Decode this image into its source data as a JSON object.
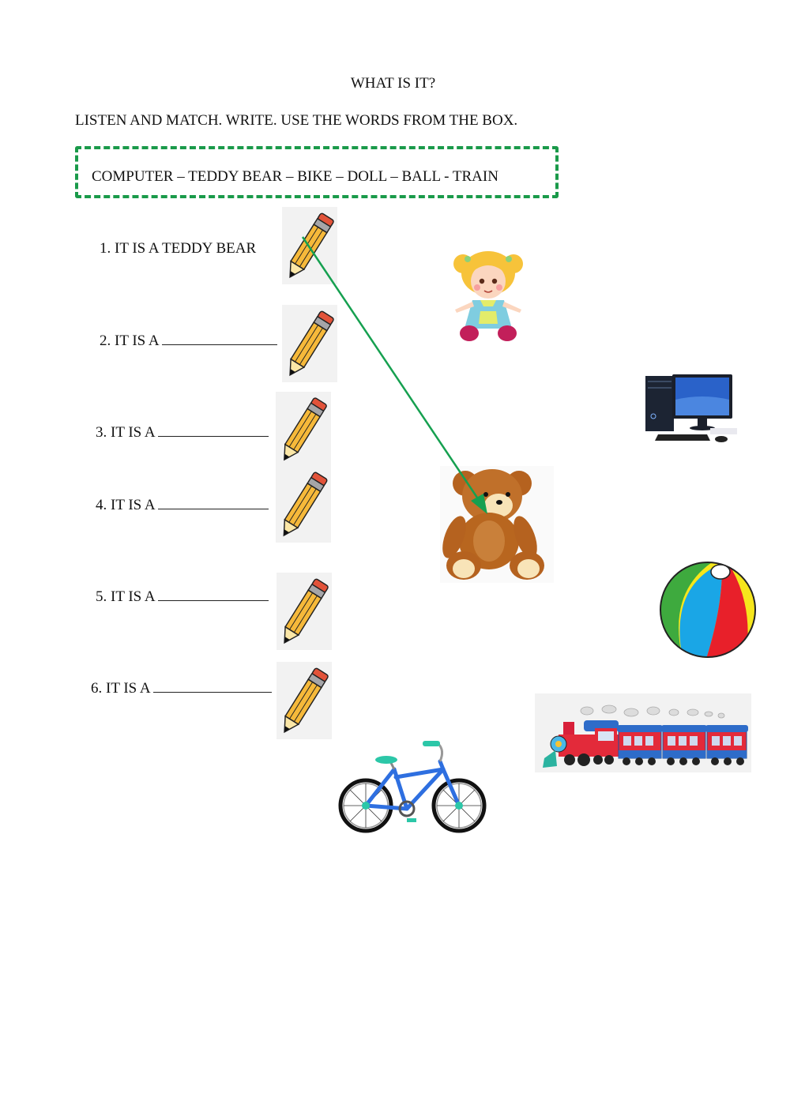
{
  "worksheet": {
    "title": "WHAT IS IT?",
    "instruction": "LISTEN AND MATCH. WRITE. USE THE WORDS FROM THE BOX.",
    "word_box": "COMPUTER – TEDDY BEAR – BIKE – DOLL – BALL - TRAIN",
    "box_border_color": "#1a9a4a",
    "items": [
      {
        "number": "1.",
        "prefix": "IT IS A",
        "answer": "TEDDY BEAR",
        "blank": false
      },
      {
        "number": "2.",
        "prefix": "IT IS A",
        "answer": "",
        "blank": true
      },
      {
        "number": "3.",
        "prefix": "IT IS A",
        "answer": "",
        "blank": true
      },
      {
        "number": "4.",
        "prefix": "IT IS A",
        "answer": "",
        "blank": true
      },
      {
        "number": "5.",
        "prefix": "IT IS A",
        "answer": "",
        "blank": true
      },
      {
        "number": "6.",
        "prefix": "IT IS A",
        "answer": "",
        "blank": true
      }
    ],
    "pictures": [
      {
        "name": "doll"
      },
      {
        "name": "computer"
      },
      {
        "name": "teddy-bear"
      },
      {
        "name": "ball"
      },
      {
        "name": "train"
      },
      {
        "name": "bike"
      }
    ],
    "match_arrow": {
      "from_item": 1,
      "to_picture": "teddy-bear",
      "color": "#16a050"
    }
  }
}
